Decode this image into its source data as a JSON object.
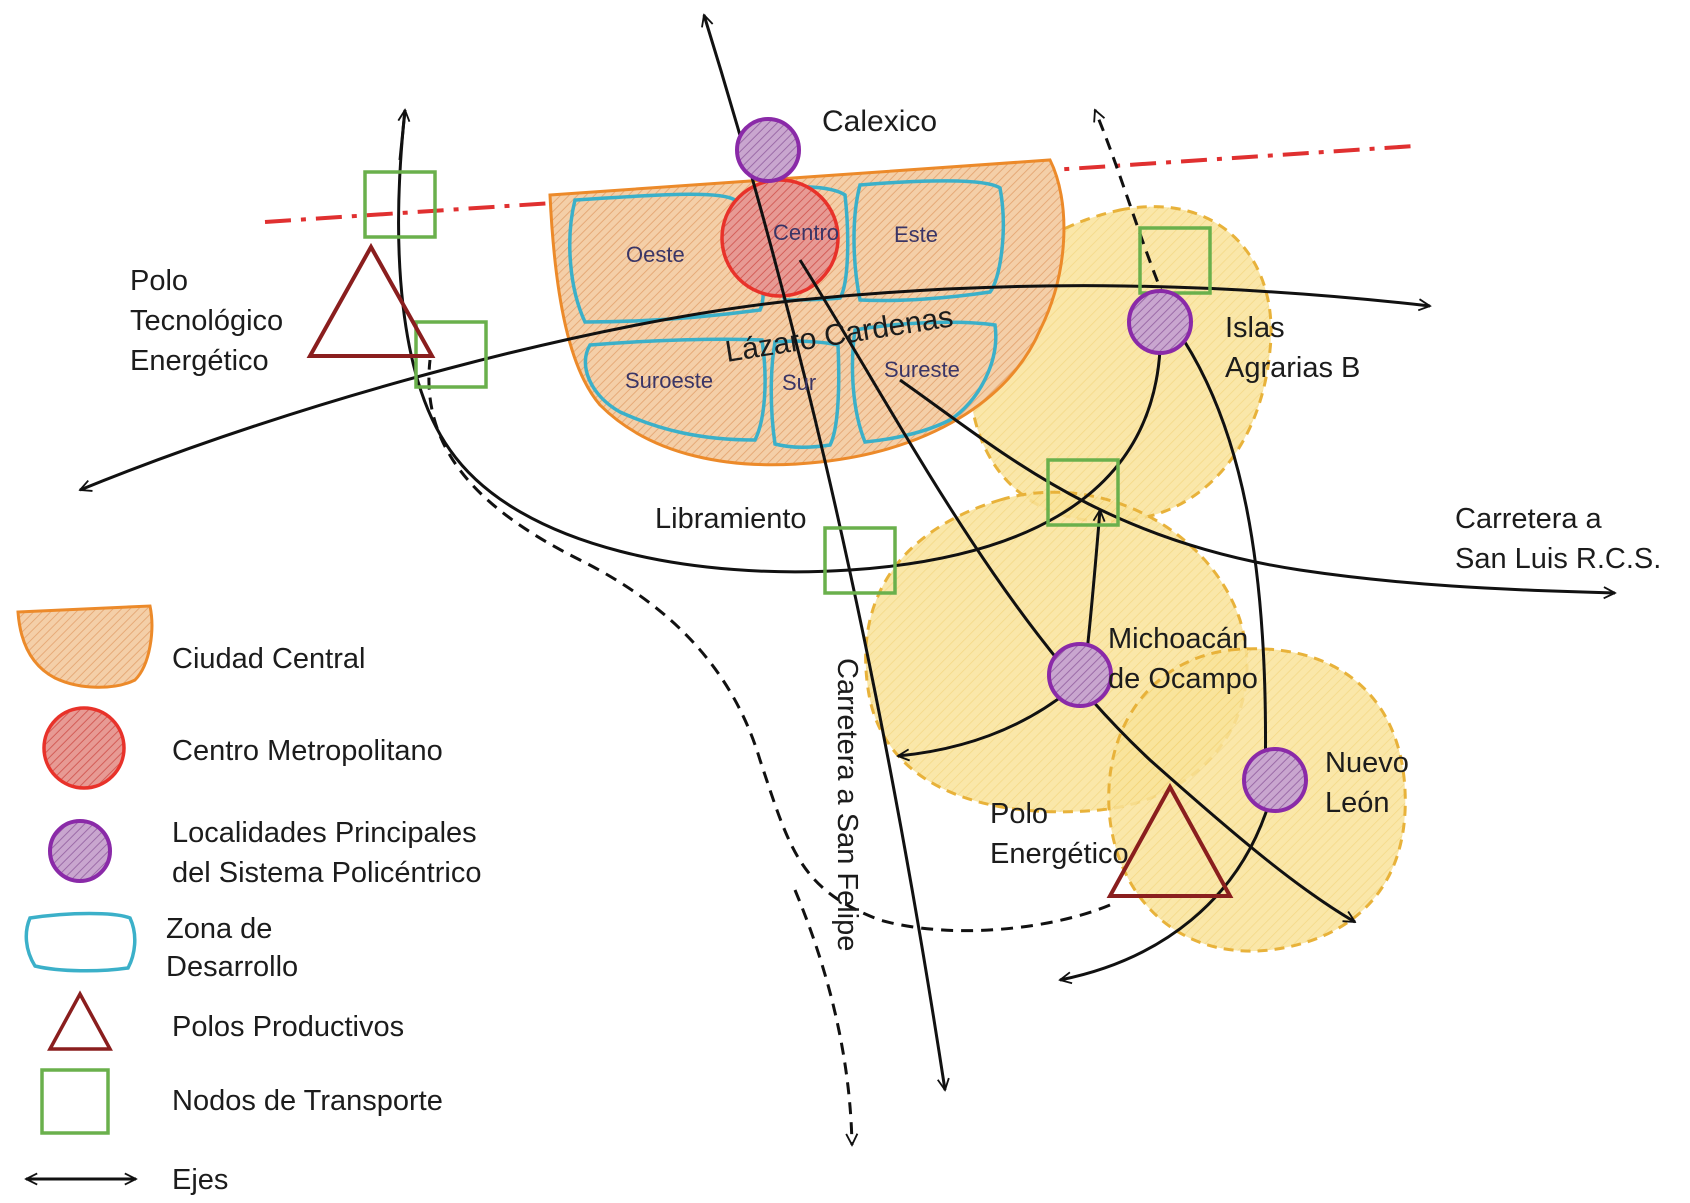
{
  "places": {
    "calexico": "Calexico",
    "polo_tecnologico": [
      "Polo",
      "Tecnológico",
      "Energético"
    ],
    "lazaro_cardenas": "Lázaro Cardenas",
    "islas_agrarias": [
      "Islas",
      "Agrarias B"
    ],
    "libramiento": "Libramiento",
    "carretera_san_luis": [
      "Carretera a",
      "San Luis R.C.S."
    ],
    "michoacan": [
      "Michoacán",
      "de Ocampo"
    ],
    "nuevo_leon": [
      "Nuevo",
      "León"
    ],
    "polo_energetico": [
      "Polo",
      "Energético"
    ],
    "carretera_san_felipe": "Carretera a San Felipe"
  },
  "zones": {
    "oeste": "Oeste",
    "centro": "Centro",
    "este": "Este",
    "suroeste": "Suroeste",
    "sur": "Sur",
    "sureste": "Sureste"
  },
  "legend": {
    "ciudad_central": "Ciudad Central",
    "centro_metropolitano": "Centro Metropolitano",
    "localidades": [
      "Localidades Principales",
      "del Sistema Policéntrico"
    ],
    "zona_desarrollo": [
      "Zona de",
      "Desarrollo"
    ],
    "polos_productivos": "Polos Productivos",
    "nodos_transporte": "Nodos de Transporte",
    "ejes": "Ejes"
  },
  "colors": {
    "ciudad_central_fill": "#f2c79e",
    "ciudad_central_stroke": "#ec8a2a",
    "centro_metropolitano": "#e8322a",
    "localidad": "#8a2aa8",
    "zona_desarrollo": "#3bb0c9",
    "polo": "#8a1e1e",
    "nodo": "#6ab04c",
    "area_influencia": "#f7dc7a",
    "border": "#e03030"
  },
  "icons": [
    "arrow-icon",
    "triangle-icon",
    "square-icon",
    "circle-icon"
  ]
}
